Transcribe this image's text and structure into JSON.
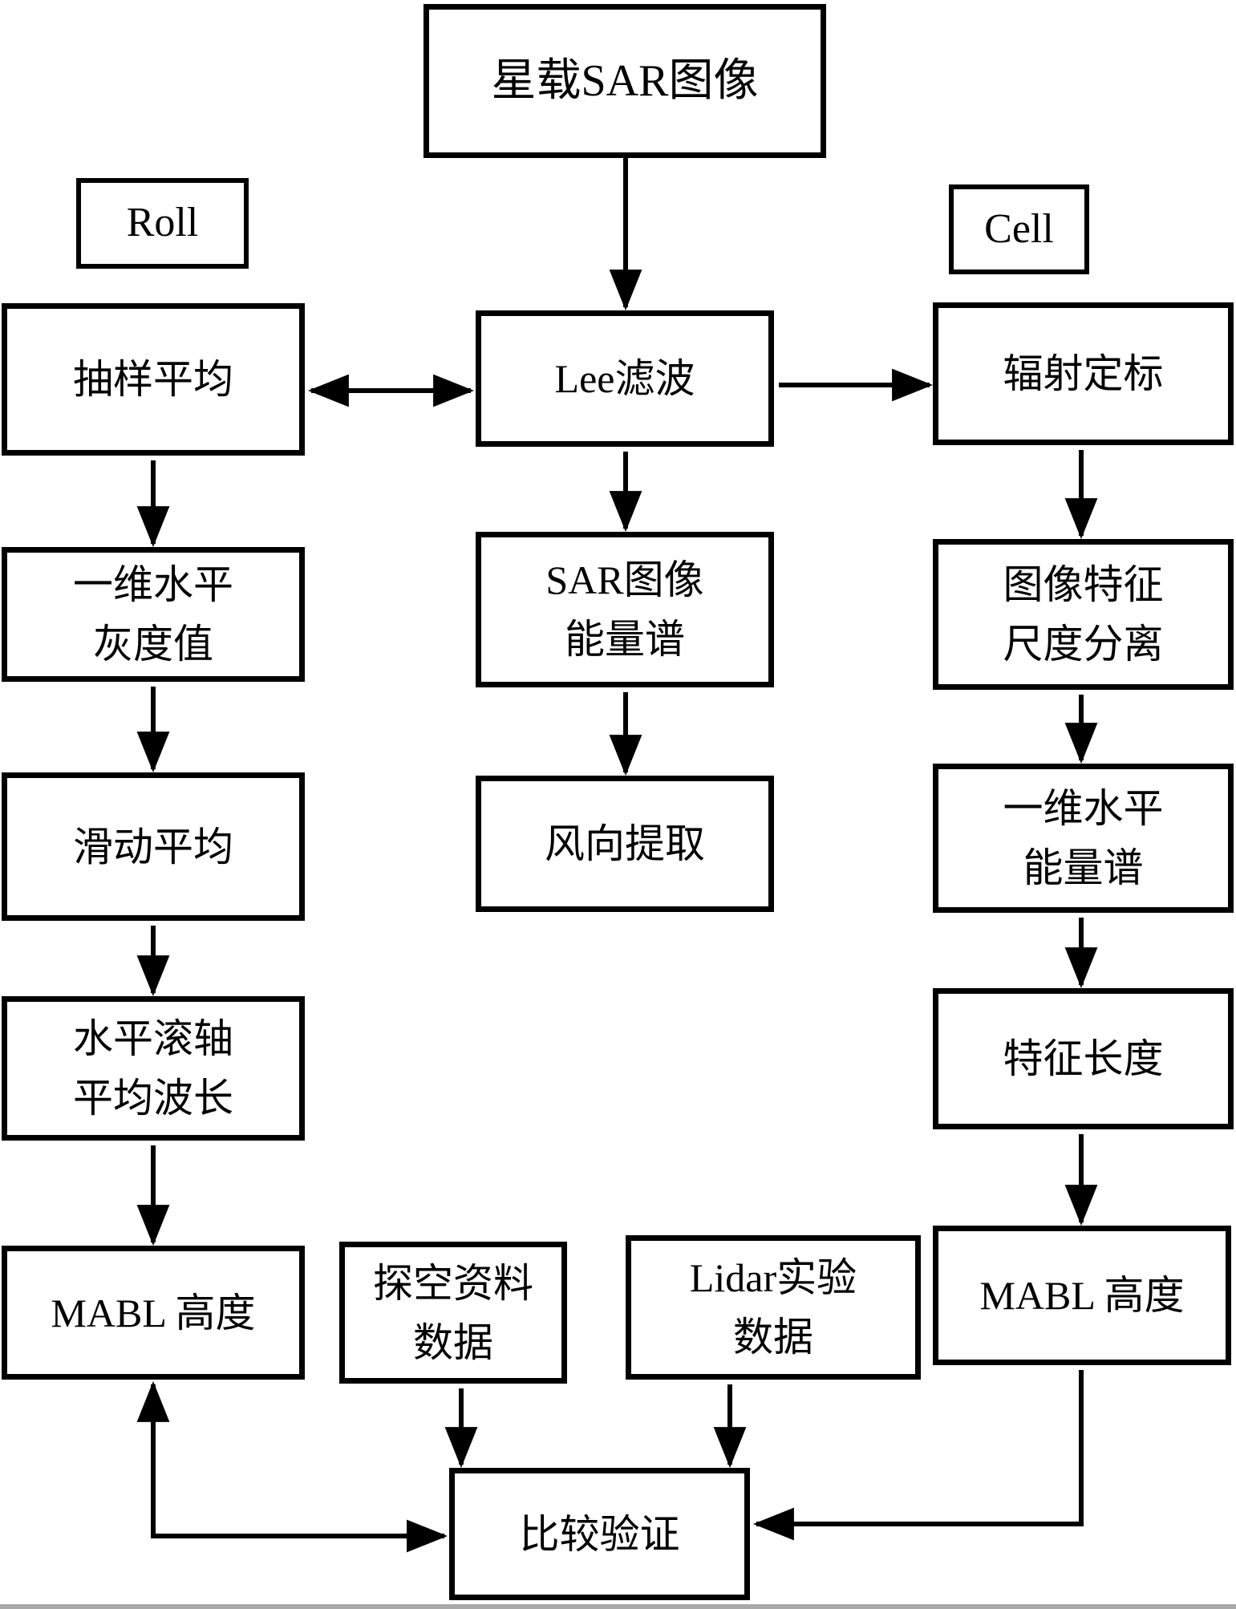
{
  "page": {
    "background": "#ffffff",
    "line_color": "#000000"
  },
  "nodes": {
    "sar_image": {
      "label": "星载SAR图像"
    },
    "roll": {
      "label": "Roll"
    },
    "cell": {
      "label": "Cell"
    },
    "sampling_average": {
      "label": "抽样平均"
    },
    "lee_filter": {
      "label": "Lee滤波"
    },
    "radiometric_calibration": {
      "label": "辐射定标"
    },
    "horizontal_gray": {
      "line1": "一维水平",
      "line2": "灰度值"
    },
    "sar_spectrum": {
      "line1": "SAR图像",
      "line2": "能量谱"
    },
    "feature_scale": {
      "line1": "图像特征",
      "line2": "尺度分离"
    },
    "sliding_average": {
      "label": "滑动平均"
    },
    "wind_direction": {
      "label": "风向提取"
    },
    "horizontal_energy": {
      "line1": "一维水平",
      "line2": "能量谱"
    },
    "roll_wavelength": {
      "line1": "水平滚轴",
      "line2": "平均波长"
    },
    "feature_length": {
      "label": "特征长度"
    },
    "mabl_left": {
      "label": "MABL 高度"
    },
    "sounding": {
      "line1": "探空资料",
      "line2": "数据"
    },
    "lidar": {
      "line1": "Lidar实验",
      "line2": "数据"
    },
    "mabl_right": {
      "label": "MABL 高度"
    },
    "comparison": {
      "label": "比较验证"
    }
  }
}
